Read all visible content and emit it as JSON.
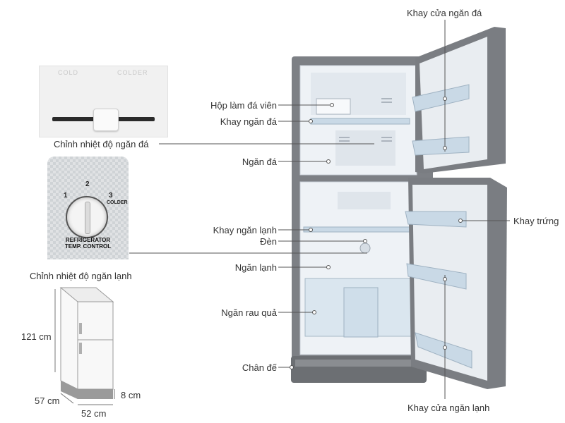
{
  "labels": {
    "freezer_door_tray": "Khay cửa ngăn đá",
    "ice_cube_box": "Hộp làm đá viên",
    "freezer_tray": "Khay ngăn đá",
    "freezer_temp_control": "Chỉnh nhiệt độ ngăn đá",
    "freezer_compartment": "Ngăn đá",
    "fridge_tray": "Khay ngăn lạnh",
    "egg_tray": "Khay trứng",
    "lamp": "Đèn",
    "fridge_compartment": "Ngăn lạnh",
    "fridge_temp_control": "Chỉnh nhiệt độ ngăn lạnh",
    "vegetable_drawer": "Ngăn rau quả",
    "base": "Chân đế",
    "fridge_door_tray": "Khay cửa ngăn lạnh"
  },
  "freezer_control": {
    "left_text": "COLD",
    "right_text": "COLDER"
  },
  "fridge_control": {
    "dial_numbers": [
      "1",
      "2",
      "3"
    ],
    "colder": "COLDER",
    "caption_line1": "REFRIGERATOR",
    "caption_line2": "TEMP. CONTROL"
  },
  "dimensions": {
    "height": "121 cm",
    "depth": "57 cm",
    "width": "52 cm",
    "base_height": "8 cm"
  },
  "colors": {
    "body": "#7d8085",
    "door_edge": "#6d7075",
    "interior": "#eef2f6",
    "shelf_tint": "#c9d9e6",
    "leader_line": "#555555"
  }
}
